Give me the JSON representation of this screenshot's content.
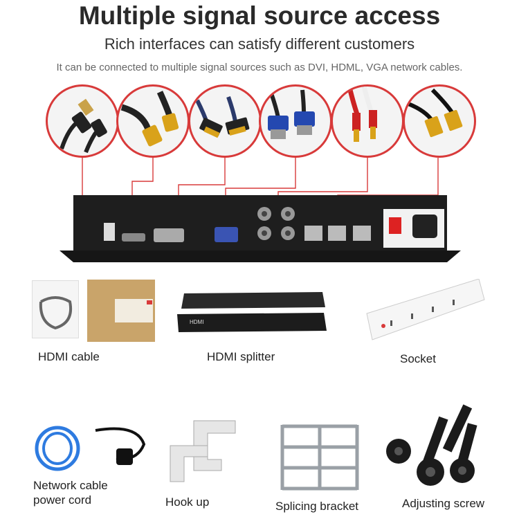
{
  "header": {
    "title": "Multiple signal source access",
    "subtitle": "Rich interfaces can satisfy different customers",
    "description": "It can be connected to multiple signal sources such as DVI, HDML, VGA network cables."
  },
  "connectors": [
    {
      "name": "usb-cable-icon"
    },
    {
      "name": "hdmi-cable-icon"
    },
    {
      "name": "dvi-cable-icon"
    },
    {
      "name": "vga-cable-icon"
    },
    {
      "name": "rca-audio-cable-icon"
    },
    {
      "name": "network-cable-icon"
    }
  ],
  "accessories": {
    "hdmi_cable": "HDMI cable",
    "hdmi_splitter": "HDMI splitter",
    "socket": "Socket",
    "network_cable_line1": "Network cable",
    "network_cable_line2": "power cord",
    "hook_up": "Hook up",
    "splicing_bracket": "Splicing bracket",
    "adjusting_screw": "Adjusting screw"
  },
  "colors": {
    "accent": "#d83a3a",
    "device": "#1f1f1f"
  }
}
